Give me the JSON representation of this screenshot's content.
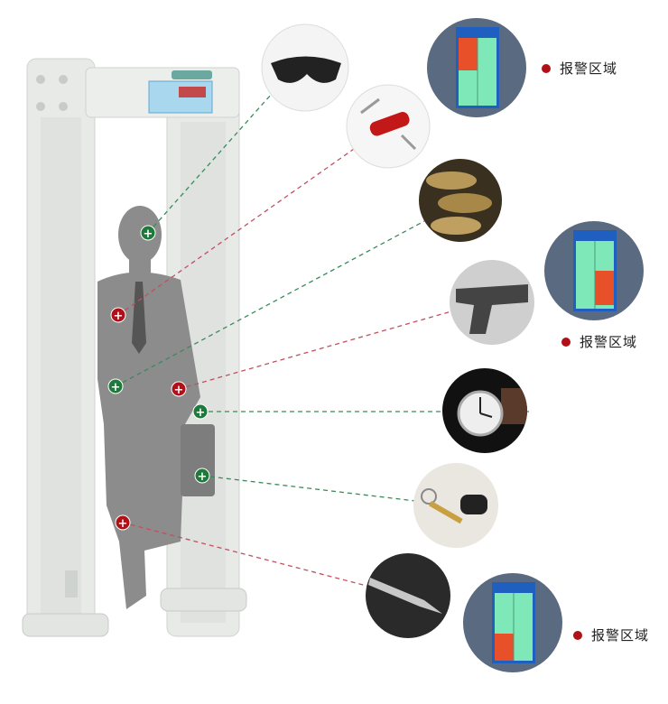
{
  "alarm_labels": [
    "报警区域",
    "报警区域",
    "报警区域"
  ],
  "colors": {
    "safe": "#1e7a3a",
    "alarm": "#b01018",
    "frame": "#e6e8e6",
    "silhouette": "#8c8c8c",
    "display_bg": "#2a5aa8"
  },
  "items": [
    {
      "name": "sunglasses",
      "status": "safe"
    },
    {
      "name": "swiss-knife",
      "status": "alarm"
    },
    {
      "name": "coins",
      "status": "safe"
    },
    {
      "name": "pistol",
      "status": "alarm"
    },
    {
      "name": "wristwatch",
      "status": "safe"
    },
    {
      "name": "car-keys",
      "status": "safe"
    },
    {
      "name": "blade",
      "status": "alarm"
    }
  ]
}
